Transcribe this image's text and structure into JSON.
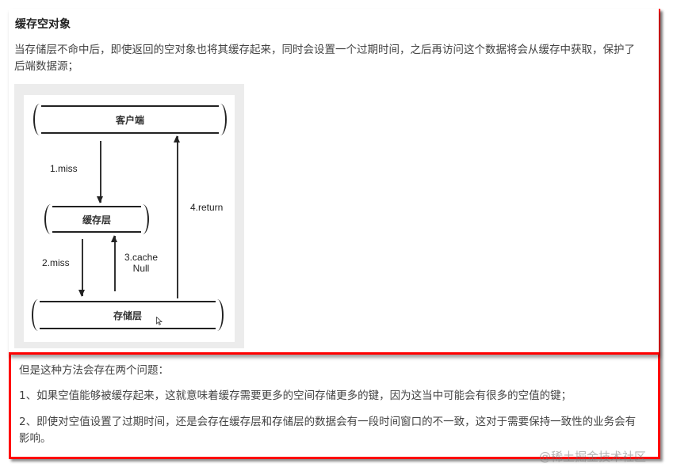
{
  "section1": {
    "title": "缓存空对象",
    "intro": "当存储层不命中后，即使返回的空对象也将其缓存起来，同时会设置一个过期时间，之后再访问这个数据将会从缓存中获取，保护了后端数据源；"
  },
  "diagram": {
    "layers": {
      "client": "客户端",
      "cache": "缓存层",
      "storage": "存储层"
    },
    "arrows": {
      "step1": "1.miss",
      "step2": "2.miss",
      "step3_line1": "3.cache",
      "step3_line2": "Null",
      "step4": "4.return"
    }
  },
  "section2": {
    "intro": "但是这种方法会存在两个问题：",
    "issues": [
      "1、如果空值能够被缓存起来，这就意味着缓存需要更多的空间存储更多的键，因为这当中可能会有很多的空值的键；",
      "2、即使对空值设置了过期时间，还是会存在缓存层和存储层的数据会有一段时间窗口的不一致，这对于需要保持一致性的业务会有影响。"
    ]
  },
  "watermark": "@稀土掘金技术社区",
  "colors": {
    "highlight_border": "#ff0000",
    "text": "#444444",
    "diagram_bg": "#ececec"
  }
}
